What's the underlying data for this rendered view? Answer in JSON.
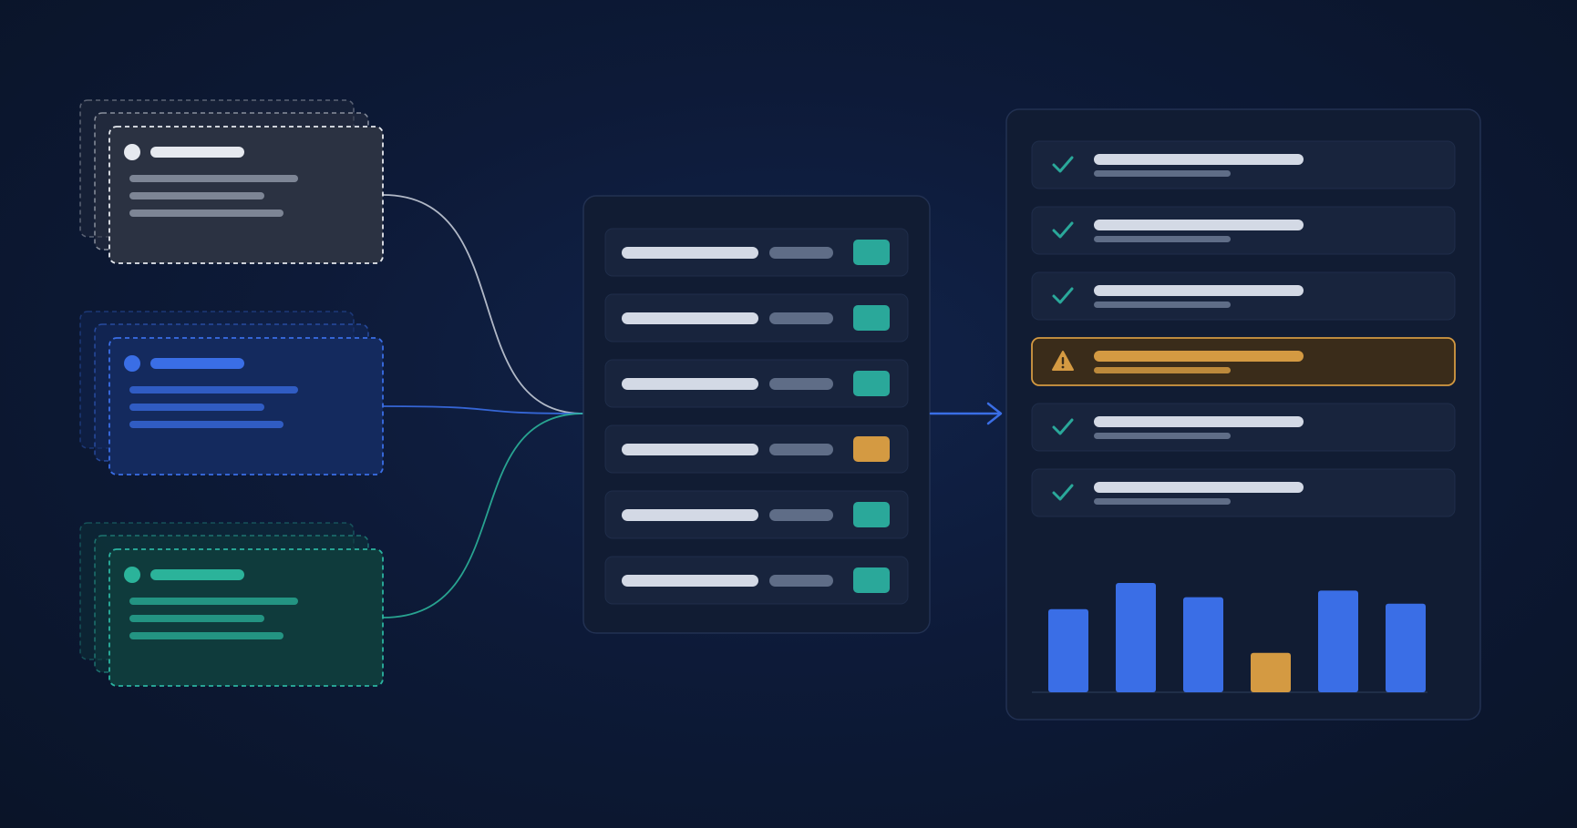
{
  "palette": {
    "gray_card_fill": "#2b3242",
    "gray_card_stroke": "#e6e9ef",
    "gray_text_bar": "#9aa2b1",
    "blue_card_fill": "#142a5e",
    "blue_card_stroke": "#3a6ee6",
    "blue_accent": "#3a6ee6",
    "teal_card_fill": "#0f3b3c",
    "teal_card_stroke": "#2bb3a0",
    "teal_accent": "#2bb39a",
    "panel_fill": "#111c33",
    "panel_stroke": "#223152",
    "row_fill": "#18243d",
    "bar_light": "#d3d9e5",
    "bar_muted": "#5f6d87",
    "ok": "#2aa89a",
    "warn": "#d49a42",
    "warn_row_fill": "#3a2c1a",
    "chart_blue": "#3a6ee6",
    "chart_orange": "#d49a42",
    "arrow_blue": "#3a6ee6",
    "link_gray": "#c3cad6",
    "link_blue": "#3a6ee6",
    "link_teal": "#2bb39a"
  },
  "sources": [
    {
      "name": "gray",
      "fill": "#2b3242",
      "stroke": "#e6e9ef",
      "accent": "#e6e9ef",
      "lines": "#9aa2b1"
    },
    {
      "name": "blue",
      "fill": "#142a5e",
      "stroke": "#3a6ee6",
      "accent": "#3a6ee6",
      "lines": "#3a6ee6"
    },
    {
      "name": "teal",
      "fill": "#0f3b3c",
      "stroke": "#2bb3a0",
      "accent": "#2bb39a",
      "lines": "#2bb39a"
    }
  ],
  "queue_rows": [
    {
      "status": "ok"
    },
    {
      "status": "ok"
    },
    {
      "status": "ok"
    },
    {
      "status": "warn"
    },
    {
      "status": "ok"
    },
    {
      "status": "ok"
    }
  ],
  "result_rows": [
    {
      "status": "check-icon"
    },
    {
      "status": "check-icon"
    },
    {
      "status": "check-icon"
    },
    {
      "status": "warning-icon"
    },
    {
      "status": "check-icon"
    },
    {
      "status": "check-icon"
    }
  ],
  "chart_data": {
    "type": "bar",
    "series": [
      {
        "values": [
          0.76,
          1.0,
          0.87,
          0.36,
          0.93,
          0.81
        ],
        "colors": [
          "#3a6ee6",
          "#3a6ee6",
          "#3a6ee6",
          "#d49a42",
          "#3a6ee6",
          "#3a6ee6"
        ]
      }
    ],
    "ylim": [
      0,
      1
    ],
    "grid": false,
    "title": "",
    "xlabel": "",
    "ylabel": ""
  }
}
